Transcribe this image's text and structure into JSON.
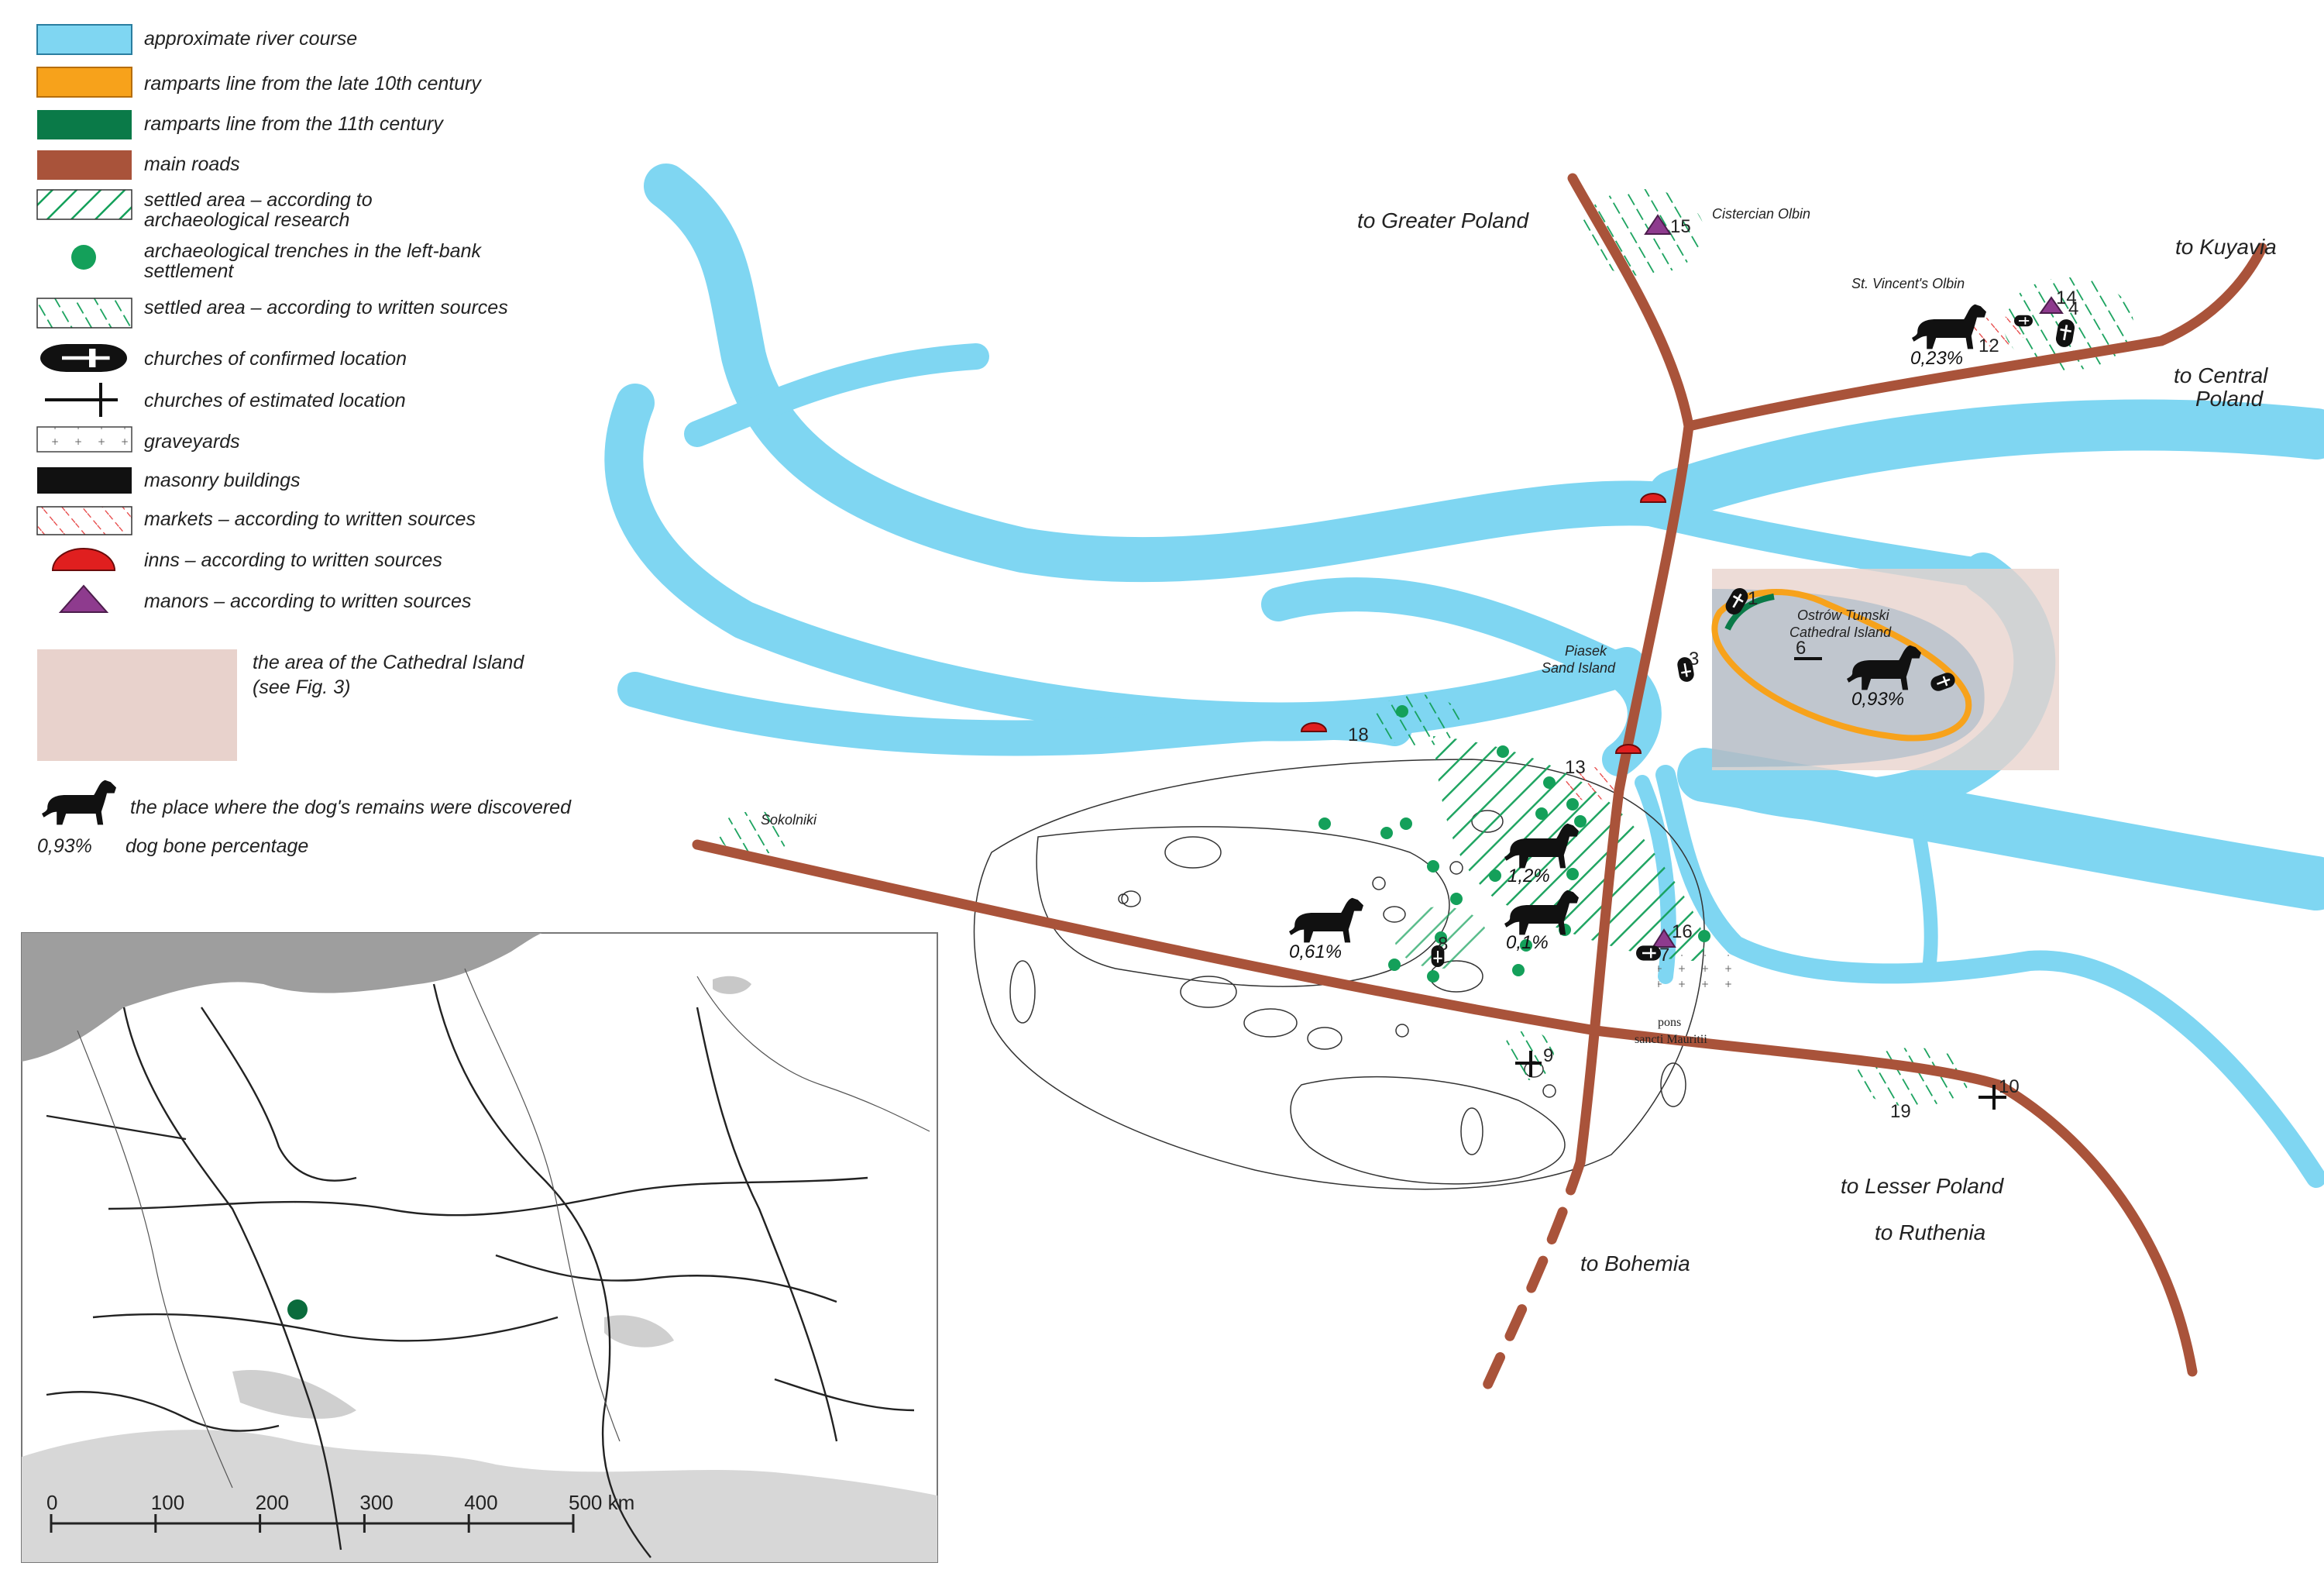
{
  "legend": {
    "items": [
      {
        "label": "approximate river course",
        "color": "#7fd6f2"
      },
      {
        "label": "ramparts line from the late 10th century",
        "color": "#f7a21b"
      },
      {
        "label": "ramparts line from the 11th century",
        "color": "#0a7a48"
      },
      {
        "label": "main roads",
        "color": "#a9533a"
      },
      {
        "label": "settled area – according to archaeological research",
        "color": "#14a05a"
      },
      {
        "label": "archaeological trenches in the left-bank settlement",
        "color": "#14a05a"
      },
      {
        "label": "settled area – according to written sources",
        "color": "#14a05a"
      },
      {
        "label": "churches of confirmed location",
        "color": "#111111"
      },
      {
        "label": "churches of estimated location",
        "color": "#111111"
      },
      {
        "label": "graveyards",
        "color": "#777777"
      },
      {
        "label": "masonry buildings",
        "color": "#111111"
      },
      {
        "label": "markets – according to written sources",
        "color": "#e53b3b"
      },
      {
        "label": "inns – according to written sources",
        "color": "#e01f1f"
      },
      {
        "label": "manors – according to written sources",
        "color": "#8e3b8e"
      }
    ],
    "cathedral_area_label": "the area of the Cathedral Island (see Fig. 3)",
    "cathedral_area_color": "#e8d2cc",
    "dog_label": "the place where the dog's remains were discovered",
    "pct_example": "0,93%",
    "pct_label": "dog bone percentage"
  },
  "directions": {
    "greater_poland": "to Greater Poland",
    "kuyavia": "to Kuyavia",
    "central_poland": "to Central Poland",
    "lesser_poland": "to Lesser Poland",
    "ruthenia": "to Ruthenia",
    "bohemia": "to Bohemia"
  },
  "places": {
    "cistercian": "Cistercian Olbin",
    "st_vincent": "St. Vincent's Olbin",
    "ostrow_1": "Ostrów Tumski",
    "ostrow_2": "Cathedral Island",
    "piasek_1": "Piasek",
    "piasek_2": "Sand Island",
    "sokolniki": "Sokolniki",
    "pons_1": "pons",
    "pons_2": "sancti Mauritii"
  },
  "sites": {
    "n1": "1",
    "n3": "3",
    "n4": "4",
    "n6": "6",
    "n7": "7",
    "n8": "8",
    "n9": "9",
    "n10": "10",
    "n12": "12",
    "n13": "13",
    "n14": "14",
    "n15": "15",
    "n16": "16",
    "n18": "18",
    "n19": "19"
  },
  "dog_bones": {
    "cathedral": "0,93%",
    "olbin": "0,23%",
    "left_west": "0,61%",
    "left_mid": "0,1%",
    "left_north": "1,2%"
  },
  "inset_map": {
    "scale": {
      "ticks": [
        "0",
        "100",
        "200",
        "300",
        "400",
        "500 km"
      ],
      "max_km": 500
    },
    "site_color": "#0a6b3c"
  }
}
